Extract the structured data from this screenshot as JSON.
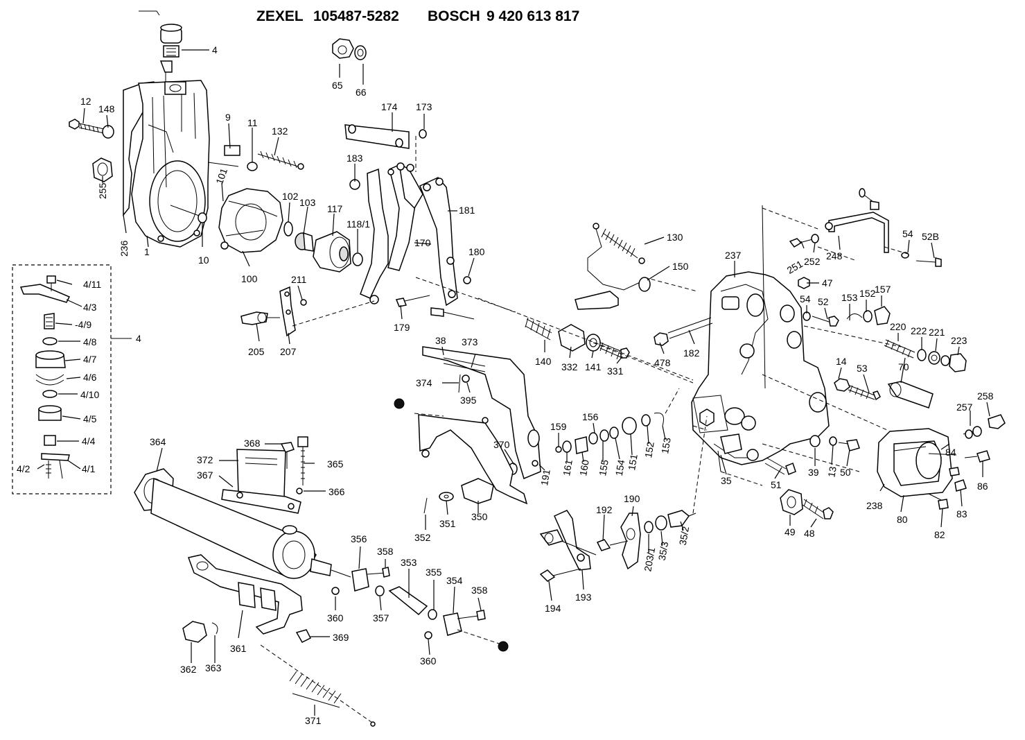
{
  "header": {
    "brand1": "ZEXEL",
    "code1": "105487-5282",
    "brand2": "BOSCH",
    "code2": "9 420 613 817"
  },
  "labels": [
    {
      "id": "4-top",
      "text": "4"
    },
    {
      "id": "65",
      "text": "65"
    },
    {
      "id": "66",
      "text": "66"
    },
    {
      "id": "174",
      "text": "174"
    },
    {
      "id": "173",
      "text": "173"
    },
    {
      "id": "12",
      "text": "12"
    },
    {
      "id": "148",
      "text": "148"
    },
    {
      "id": "9",
      "text": "9"
    },
    {
      "id": "11",
      "text": "11"
    },
    {
      "id": "132",
      "text": "132"
    },
    {
      "id": "183",
      "text": "183"
    },
    {
      "id": "255",
      "text": "255"
    },
    {
      "id": "101",
      "text": "101"
    },
    {
      "id": "102",
      "text": "102"
    },
    {
      "id": "103",
      "text": "103"
    },
    {
      "id": "117",
      "text": "117"
    },
    {
      "id": "118-1",
      "text": "118/1"
    },
    {
      "id": "181",
      "text": "181"
    },
    {
      "id": "236",
      "text": "236"
    },
    {
      "id": "1",
      "text": "1"
    },
    {
      "id": "10",
      "text": "10"
    },
    {
      "id": "100",
      "text": "100"
    },
    {
      "id": "170",
      "text": "170"
    },
    {
      "id": "180",
      "text": "180"
    },
    {
      "id": "130",
      "text": "130"
    },
    {
      "id": "150",
      "text": "150"
    },
    {
      "id": "237",
      "text": "237"
    },
    {
      "id": "54a",
      "text": "54"
    },
    {
      "id": "52B",
      "text": "52B"
    },
    {
      "id": "251",
      "text": "251"
    },
    {
      "id": "252",
      "text": "252"
    },
    {
      "id": "248",
      "text": "248"
    },
    {
      "id": "47",
      "text": "47"
    },
    {
      "id": "4-11",
      "text": "4/11"
    },
    {
      "id": "4-3",
      "text": "4/3"
    },
    {
      "id": "4-9",
      "text": "-4/9"
    },
    {
      "id": "4-8",
      "text": "4/8"
    },
    {
      "id": "4-box",
      "text": "4"
    },
    {
      "id": "4-7",
      "text": "4/7"
    },
    {
      "id": "4-6",
      "text": "4/6"
    },
    {
      "id": "4-10",
      "text": "4/10"
    },
    {
      "id": "4-5",
      "text": "4/5"
    },
    {
      "id": "4-4",
      "text": "4/4"
    },
    {
      "id": "4-2",
      "text": "4/2"
    },
    {
      "id": "4-1",
      "text": "4/1"
    },
    {
      "id": "211",
      "text": "211"
    },
    {
      "id": "179",
      "text": "179"
    },
    {
      "id": "205",
      "text": "205"
    },
    {
      "id": "207",
      "text": "207"
    },
    {
      "id": "140",
      "text": "140"
    },
    {
      "id": "332",
      "text": "332"
    },
    {
      "id": "141",
      "text": "141"
    },
    {
      "id": "331",
      "text": "331"
    },
    {
      "id": "478",
      "text": "478"
    },
    {
      "id": "182",
      "text": "182"
    },
    {
      "id": "54b",
      "text": "54"
    },
    {
      "id": "52",
      "text": "52"
    },
    {
      "id": "153a",
      "text": "153"
    },
    {
      "id": "152a",
      "text": "152"
    },
    {
      "id": "157",
      "text": "157"
    },
    {
      "id": "220",
      "text": "220"
    },
    {
      "id": "222",
      "text": "222"
    },
    {
      "id": "221",
      "text": "221"
    },
    {
      "id": "223",
      "text": "223"
    },
    {
      "id": "38",
      "text": "38"
    },
    {
      "id": "373",
      "text": "373"
    },
    {
      "id": "374",
      "text": "374"
    },
    {
      "id": "395",
      "text": "395"
    },
    {
      "id": "14",
      "text": "14"
    },
    {
      "id": "53",
      "text": "53"
    },
    {
      "id": "70",
      "text": "70"
    },
    {
      "id": "156",
      "text": "156"
    },
    {
      "id": "159",
      "text": "159"
    },
    {
      "id": "370",
      "text": "370"
    },
    {
      "id": "161",
      "text": "161"
    },
    {
      "id": "160",
      "text": "160"
    },
    {
      "id": "155",
      "text": "155"
    },
    {
      "id": "154",
      "text": "154"
    },
    {
      "id": "151",
      "text": "151"
    },
    {
      "id": "152b",
      "text": "152"
    },
    {
      "id": "153b",
      "text": "153"
    },
    {
      "id": "191",
      "text": "191"
    },
    {
      "id": "257",
      "text": "257"
    },
    {
      "id": "258",
      "text": "258"
    },
    {
      "id": "364",
      "text": "364"
    },
    {
      "id": "368",
      "text": "368"
    },
    {
      "id": "365",
      "text": "365"
    },
    {
      "id": "372",
      "text": "372"
    },
    {
      "id": "367",
      "text": "367"
    },
    {
      "id": "366",
      "text": "366"
    },
    {
      "id": "35",
      "text": "35"
    },
    {
      "id": "39",
      "text": "39"
    },
    {
      "id": "13",
      "text": "13"
    },
    {
      "id": "50",
      "text": "50"
    },
    {
      "id": "84",
      "text": "84"
    },
    {
      "id": "86",
      "text": "86"
    },
    {
      "id": "351",
      "text": "351"
    },
    {
      "id": "350",
      "text": "350"
    },
    {
      "id": "352",
      "text": "352"
    },
    {
      "id": "190",
      "text": "190"
    },
    {
      "id": "192",
      "text": "192"
    },
    {
      "id": "51",
      "text": "51"
    },
    {
      "id": "238",
      "text": "238"
    },
    {
      "id": "80",
      "text": "80"
    },
    {
      "id": "83",
      "text": "83"
    },
    {
      "id": "35-2",
      "text": "35/2"
    },
    {
      "id": "203-1",
      "text": "203/1"
    },
    {
      "id": "35-3",
      "text": "35/3"
    },
    {
      "id": "49",
      "text": "49"
    },
    {
      "id": "48",
      "text": "48"
    },
    {
      "id": "82",
      "text": "82"
    },
    {
      "id": "356",
      "text": "356"
    },
    {
      "id": "358a",
      "text": "358"
    },
    {
      "id": "353",
      "text": "353"
    },
    {
      "id": "355",
      "text": "355"
    },
    {
      "id": "354",
      "text": "354"
    },
    {
      "id": "358b",
      "text": "358"
    },
    {
      "id": "193",
      "text": "193"
    },
    {
      "id": "194",
      "text": "194"
    },
    {
      "id": "360a",
      "text": "360"
    },
    {
      "id": "357",
      "text": "357"
    },
    {
      "id": "369",
      "text": "369"
    },
    {
      "id": "361",
      "text": "361"
    },
    {
      "id": "362",
      "text": "362"
    },
    {
      "id": "363",
      "text": "363"
    },
    {
      "id": "360b",
      "text": "360"
    },
    {
      "id": "371",
      "text": "371"
    }
  ]
}
